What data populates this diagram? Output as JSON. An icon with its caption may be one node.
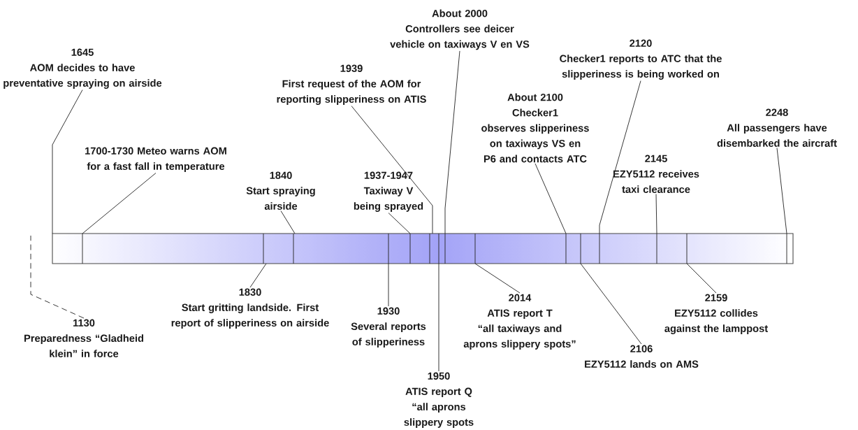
{
  "diagram": {
    "nodes": [
      {
        "text": [],
        "shape": "bar"
      },
      {
        "text": [
          "1645",
          "AOM decides to have preventative spraying on airside"
        ]
      },
      {
        "text": [
          "1700-1730 Meteo warns AOM for a fast fall in temperature"
        ]
      },
      {
        "text": [
          "1840",
          "Start spraying airside"
        ]
      },
      {
        "text": [
          "1939",
          "First request of the AOM for reporting slipperiness on ATIS"
        ]
      },
      {
        "text": [
          "1937-1947",
          "Taxiway V being sprayed"
        ]
      },
      {
        "text": [
          "About 2000",
          "Controllers see deicer vehicle on taxiways V en VS"
        ]
      },
      {
        "text": [
          "2120",
          "Checker1 reports to ATC that the slipperiness is being worked on"
        ]
      },
      {
        "text": [
          "About 2100",
          "Checker1",
          "observes slipperiness on taxiways VS en P6 and contacts ATC"
        ]
      },
      {
        "text": [
          "2145",
          "EZY5112 receives taxi clearance"
        ]
      },
      {
        "text": [
          "2248",
          "All passengers have disembarked the aircraft"
        ]
      },
      {
        "text": [
          "1130",
          "Preparedness “Gladheid klein” in force"
        ]
      },
      {
        "text": [
          "1830",
          "Start gritting landside. First report of slipperiness on airside"
        ]
      },
      {
        "text": [
          "1930",
          "Several reports of slipperiness"
        ]
      },
      {
        "text": [
          "1950",
          "ATIS report Q",
          "“all aprons slippery spots"
        ]
      },
      {
        "text": [
          "2014",
          "ATIS report T",
          "“all taxiways and aprons slippery spots”"
        ]
      },
      {
        "text": [
          "2106",
          "EZY5112 lands on AMS"
        ]
      },
      {
        "text": [
          "2159",
          "EZY5112 collides against the lamppost"
        ]
      }
    ],
    "edges": [
      {
        "from": 1,
        "to": 0,
        "arrow": "none"
      },
      {
        "from": 2,
        "to": 0,
        "arrow": "none"
      },
      {
        "from": 3,
        "to": 0,
        "arrow": "none"
      },
      {
        "from": 4,
        "to": 0,
        "arrow": "none"
      },
      {
        "from": 5,
        "to": 0,
        "arrow": "none"
      },
      {
        "from": 6,
        "to": 0,
        "arrow": "none"
      },
      {
        "from": 7,
        "to": 0,
        "arrow": "none"
      },
      {
        "from": 8,
        "to": 0,
        "arrow": "none"
      },
      {
        "from": 9,
        "to": 0,
        "arrow": "none"
      },
      {
        "from": 10,
        "to": 0,
        "arrow": "none"
      },
      {
        "from": 11,
        "to": null,
        "arrow": "none",
        "style": "dashed"
      },
      {
        "from": 12,
        "to": 0,
        "arrow": "none"
      },
      {
        "from": 13,
        "to": 0,
        "arrow": "none"
      },
      {
        "from": 14,
        "to": 0,
        "arrow": "none"
      },
      {
        "from": 15,
        "to": 0,
        "arrow": "none"
      },
      {
        "from": 16,
        "to": 0,
        "arrow": "none"
      },
      {
        "from": 17,
        "to": 0,
        "arrow": "none"
      }
    ]
  }
}
